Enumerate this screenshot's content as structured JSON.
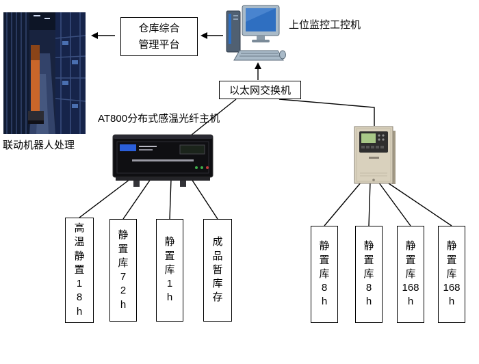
{
  "photo": {
    "caption": "联动机器人处理"
  },
  "platform": {
    "text": "仓库综合\n管理平台"
  },
  "pc": {
    "label": "上位监控工控机"
  },
  "switch": {
    "label": "以太网交换机"
  },
  "at800": {
    "label": "AT800分布式感温光纤主机"
  },
  "left_boxes": [
    {
      "text": "高\n温\n静\n置\n1\n8\nh"
    },
    {
      "text": "静\n置\n库\n7\n2\nh"
    },
    {
      "text": "静\n置\n库\n1\nh"
    },
    {
      "text": "成\n品\n暂\n库\n存"
    }
  ],
  "right_boxes": [
    {
      "text": "静\n置\n库\n8\nh"
    },
    {
      "text": "静\n置\n库\n8\nh"
    },
    {
      "text": "静\n置\n库\n168\nh"
    },
    {
      "text": "静\n置\n库\n168\nh"
    }
  ],
  "colors": {
    "line": "#000000",
    "box_border": "#000000",
    "photo_bg": "#18233f",
    "robot_orange": "#c9662a",
    "pc_screen_blue": "#2f6fc1",
    "at800_body": "#0f0f12",
    "panel_beige": "#d9d1bd"
  }
}
